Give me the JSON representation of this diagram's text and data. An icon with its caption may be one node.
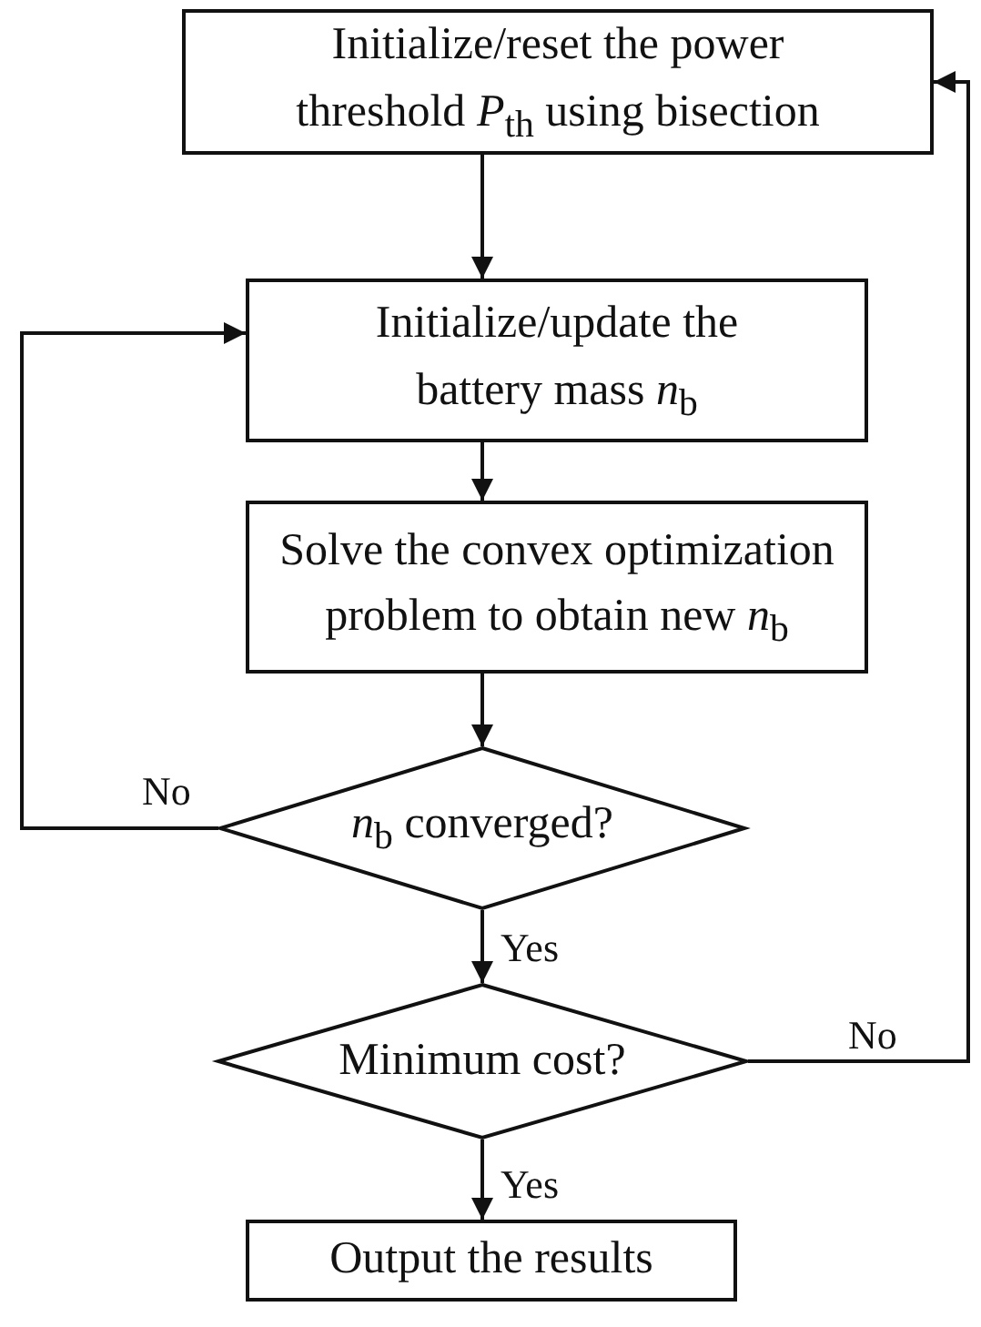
{
  "diagram": {
    "nodes": [
      {
        "text": [
          "Initialize/reset the power threshold *P*$_{th}$ using bisection"
        ]
      },
      {
        "text": [
          "Initialize/update the battery mass *n*$_{b}$"
        ]
      },
      {
        "text": [
          "Solve the convex optimization problem to obtain new *n*$_{b}$"
        ]
      },
      {
        "text": [
          "*n*$_{b}$ converged?"
        ]
      },
      {
        "text": [
          "Minimum cost?"
        ]
      },
      {
        "text": [
          "Output the results"
        ]
      }
    ],
    "edges": [
      {
        "from": 0,
        "to": 1,
        "arrow": "to"
      },
      {
        "from": 1,
        "to": 2,
        "arrow": "to"
      },
      {
        "from": 2,
        "to": 3,
        "arrow": "to"
      },
      {
        "from": 3,
        "to": 1,
        "arrow": "to",
        "label": "No"
      },
      {
        "from": 3,
        "to": 4,
        "arrow": "to",
        "label": "Yes"
      },
      {
        "from": 4,
        "to": 0,
        "arrow": "to",
        "label": "No"
      },
      {
        "from": 4,
        "to": 5,
        "arrow": "to",
        "label": "Yes"
      }
    ]
  }
}
